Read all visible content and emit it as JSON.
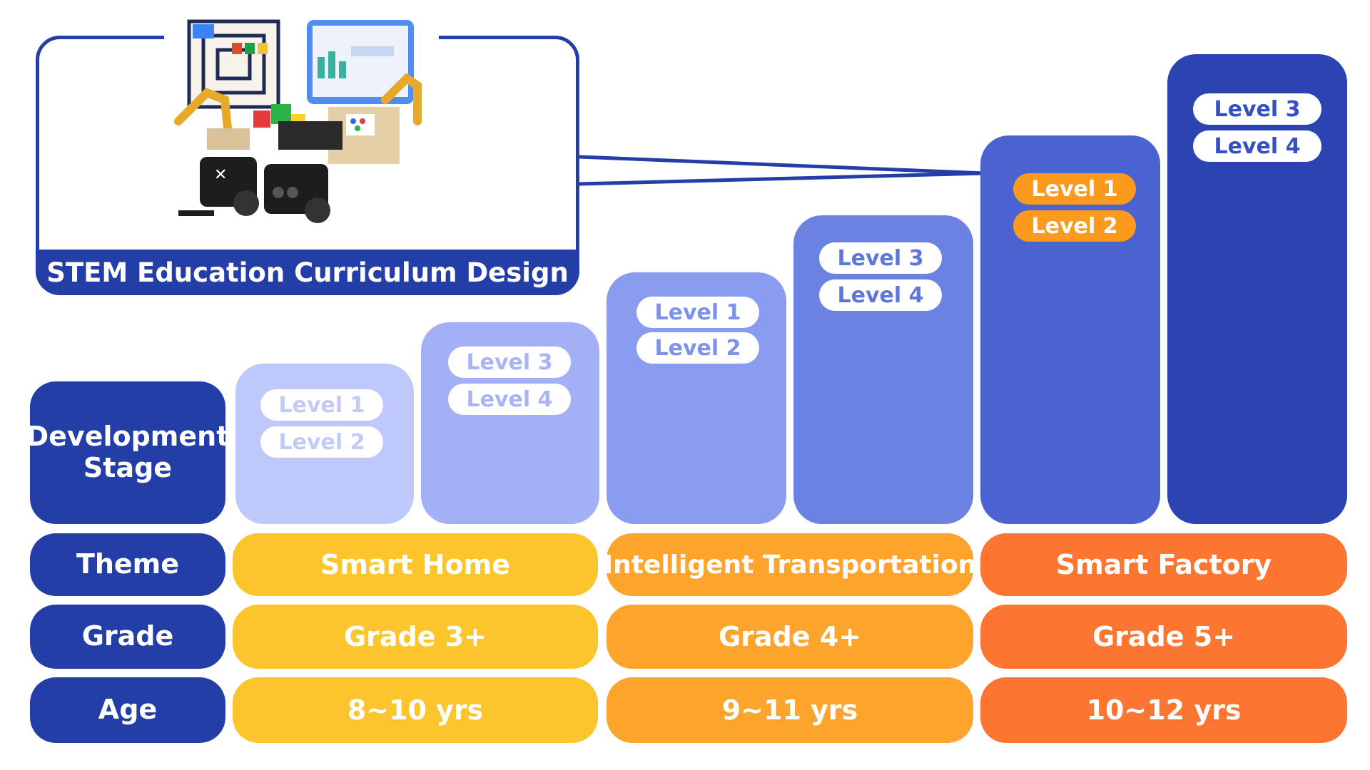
{
  "title": "STEM Education Curriculum Design",
  "colors": {
    "navy": "#243ea8",
    "stage1": "#bfc8fb",
    "stage2": "#a3b0f6",
    "stage3": "#8a9cef",
    "stage4": "#6c82e3",
    "stage5": "#4a63d1",
    "stage6": "#2c44b1",
    "yellow": "#fdc52d",
    "amber": "#fca42b",
    "orange": "#fc7631",
    "level_highlight": "#fb9a1d"
  },
  "row_labels": {
    "development_stage": "Development Stage",
    "theme": "Theme",
    "grade": "Grade",
    "age": "Age"
  },
  "stages": [
    {
      "levels": [
        "Level 1",
        "Level 2"
      ]
    },
    {
      "levels": [
        "Level 3",
        "Level 4"
      ]
    },
    {
      "levels": [
        "Level 1",
        "Level 2"
      ]
    },
    {
      "levels": [
        "Level 3",
        "Level 4"
      ]
    },
    {
      "levels": [
        "Level 1",
        "Level 2"
      ]
    },
    {
      "levels": [
        "Level 3",
        "Level 4"
      ]
    }
  ],
  "themes": [
    {
      "theme": "Smart Home",
      "grade": "Grade 3+",
      "age": "8~10 yrs"
    },
    {
      "theme": "Intelligent Transportation",
      "grade": "Grade 4+",
      "age": "9~11 yrs"
    },
    {
      "theme": "Smart Factory",
      "grade": "Grade 5+",
      "age": "10~12 yrs"
    }
  ],
  "illustration": {
    "icon": "stem-kit-illustration"
  }
}
